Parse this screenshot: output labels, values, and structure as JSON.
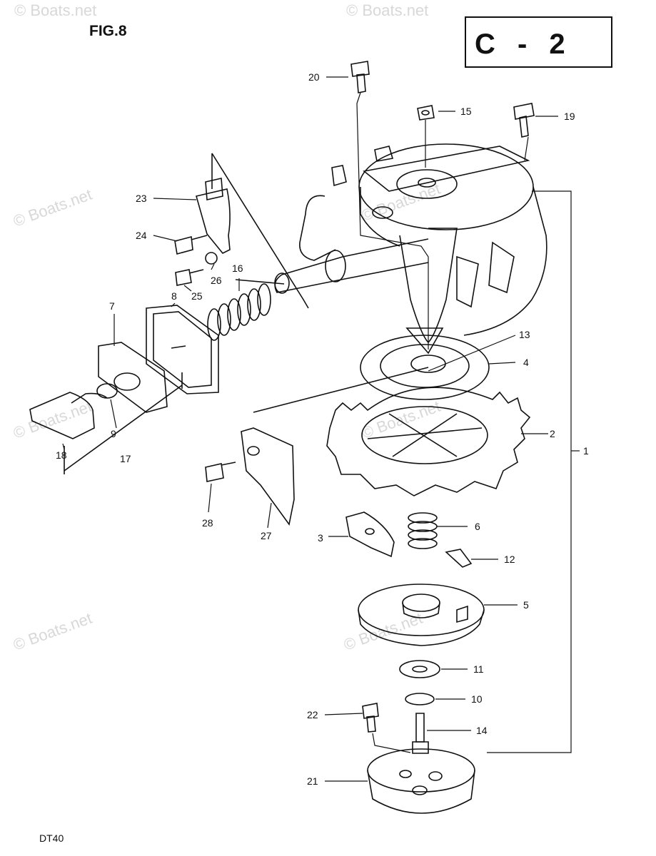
{
  "header": {
    "figure_label": "FIG.8",
    "section_code": "C - 2",
    "model": "DT40"
  },
  "watermark": "© Boats.net",
  "callouts": [
    "1",
    "2",
    "3",
    "4",
    "5",
    "6",
    "7",
    "8",
    "9",
    "10",
    "11",
    "12",
    "13",
    "14",
    "15",
    "16",
    "17",
    "18",
    "19",
    "20",
    "21",
    "22",
    "23",
    "24",
    "25",
    "26",
    "27",
    "28"
  ]
}
